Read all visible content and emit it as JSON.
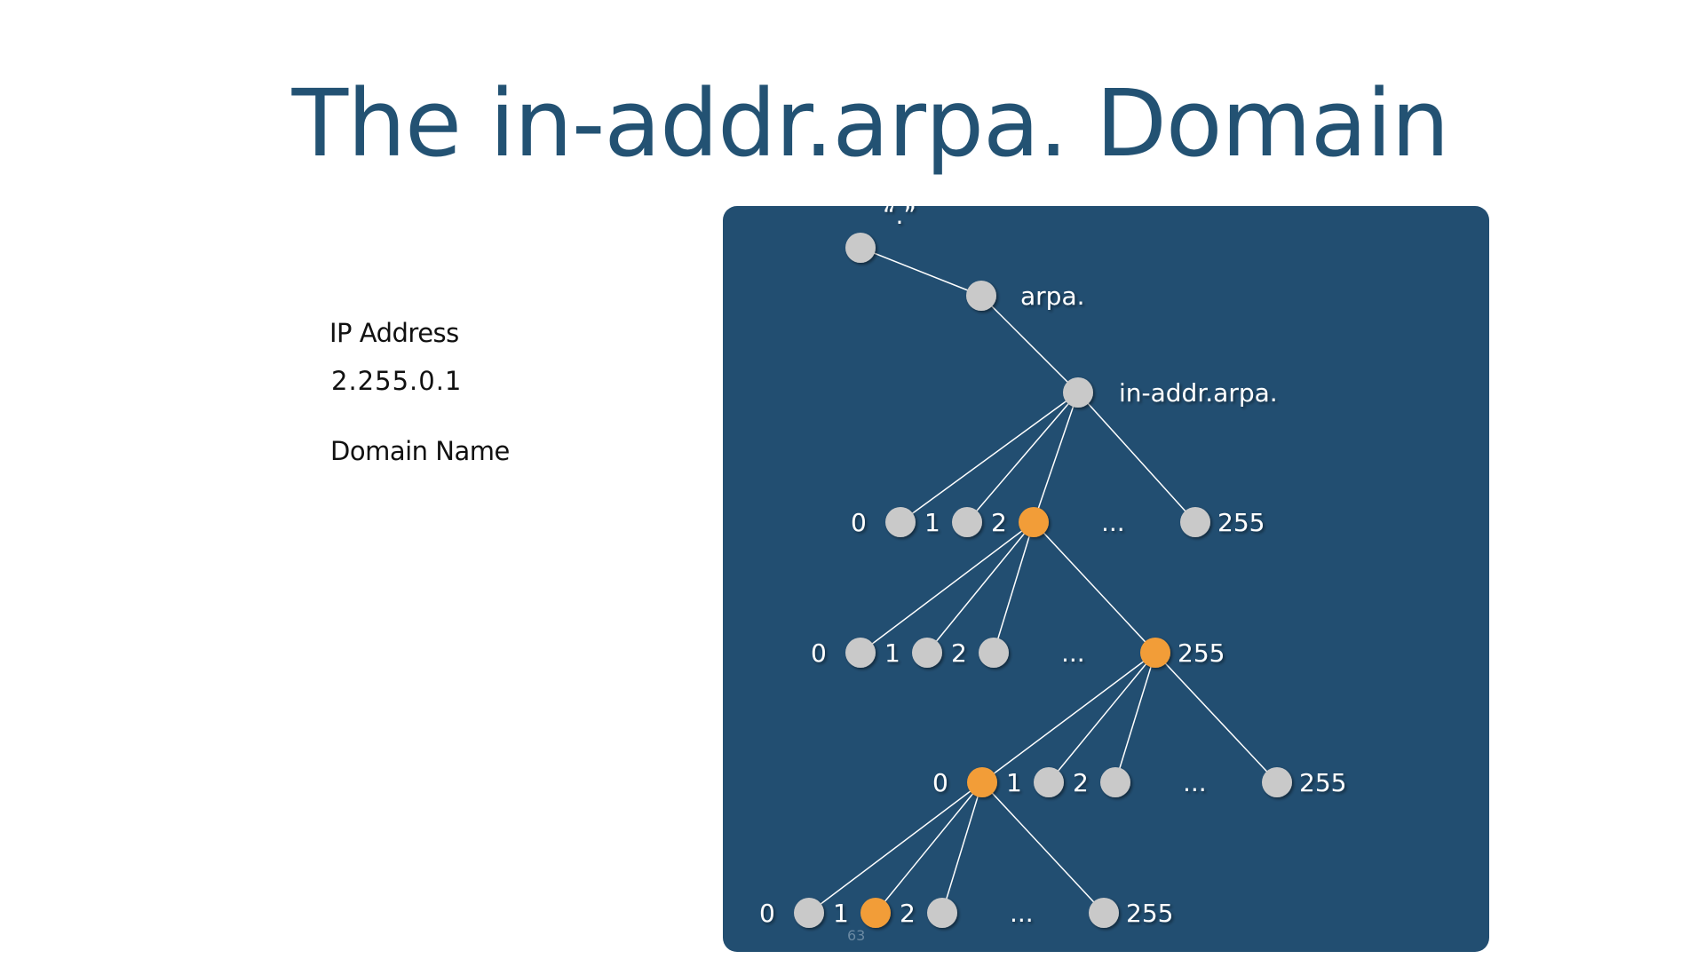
{
  "title": "The in-addr.arpa. Domain",
  "sidebar": {
    "ip_label": "IP Address",
    "ip_value": "2.255.0.1",
    "domain_label": "Domain Name"
  },
  "colors": {
    "title": "#235273",
    "panel": "#224e71",
    "node": "#c9c9c9",
    "node_highlight": "#f29d38",
    "edge": "#ffffff",
    "label": "#ffffff"
  },
  "tree": {
    "root_label": "“.”",
    "arpa_label": "arpa.",
    "inaddr_label": "in-addr.arpa.",
    "levels": [
      {
        "labels": [
          "0",
          "1",
          "2",
          "...",
          "255"
        ],
        "highlight": "2"
      },
      {
        "labels": [
          "0",
          "1",
          "2",
          "...",
          "255"
        ],
        "highlight": "255"
      },
      {
        "labels": [
          "0",
          "1",
          "2",
          "...",
          "255"
        ],
        "highlight": "0"
      },
      {
        "labels": [
          "0",
          "1",
          "2",
          "...",
          "255"
        ],
        "highlight": "1"
      }
    ]
  },
  "page_number": "63"
}
